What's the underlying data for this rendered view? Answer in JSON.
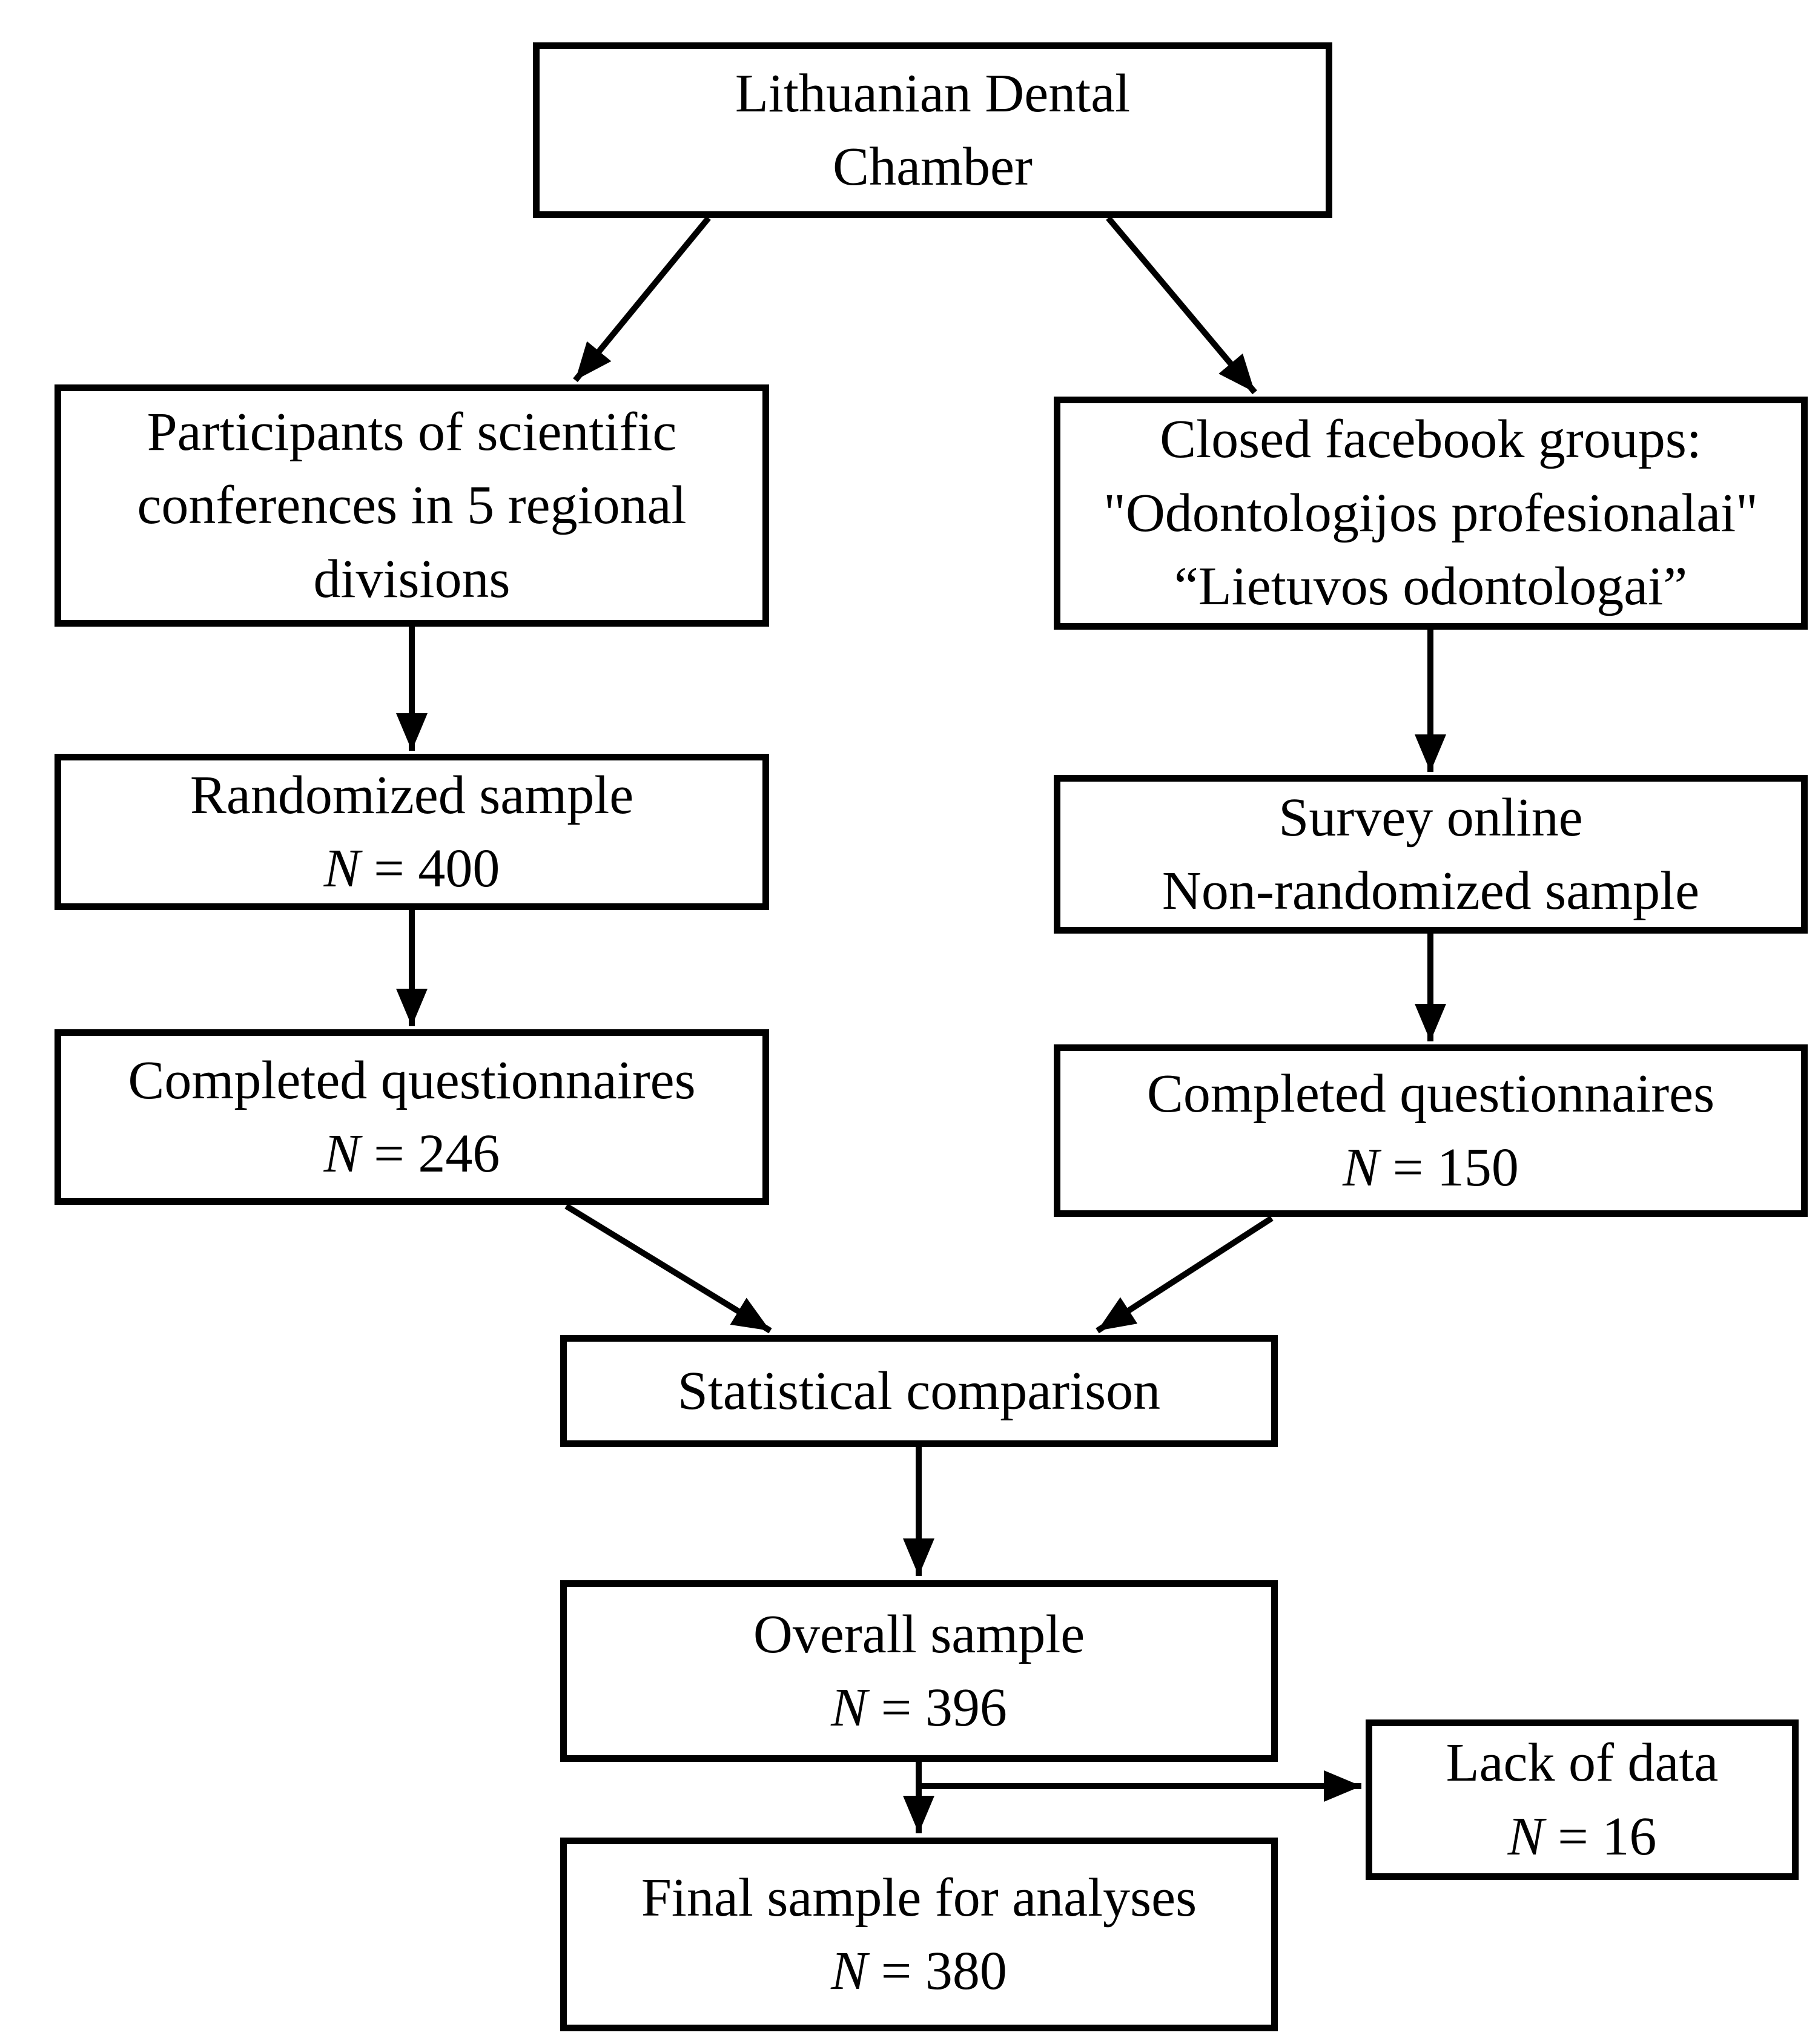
{
  "colors": {
    "background": "#ffffff",
    "box_border": "#000000",
    "text": "#000000",
    "arrow": "#000000"
  },
  "boxes": {
    "chamber": {
      "line1": "Lithuanian Dental",
      "line2": "Chamber"
    },
    "participants": {
      "line1": "Participants of scientific",
      "line2": "conferences in 5 regional",
      "line3": "divisions"
    },
    "facebook": {
      "line1": "Closed facebook groups:",
      "line2": "\"Odontologijos profesionalai\"",
      "line3": "“Lietuvos odontologai”"
    },
    "randomized": {
      "line1": "Randomized sample",
      "n": "N",
      "n_rest": " = 400"
    },
    "survey": {
      "line1": "Survey online",
      "line2": "Non-randomized sample"
    },
    "completed_conferences": {
      "line1": "Completed questionnaires",
      "n": "N",
      "n_rest": " = 246"
    },
    "completed_online": {
      "line1": "Completed questionnaires",
      "n": "N",
      "n_rest": " = 150"
    },
    "statistical": {
      "line1": "Statistical comparison"
    },
    "overall": {
      "line1": "Overall sample",
      "n": "N",
      "n_rest": " = 396"
    },
    "lack_of_data": {
      "line1": "Lack of data",
      "n": "N",
      "n_rest": " = 16"
    },
    "final": {
      "line1": "Final sample for analyses",
      "n": "N",
      "n_rest": " = 380"
    }
  }
}
